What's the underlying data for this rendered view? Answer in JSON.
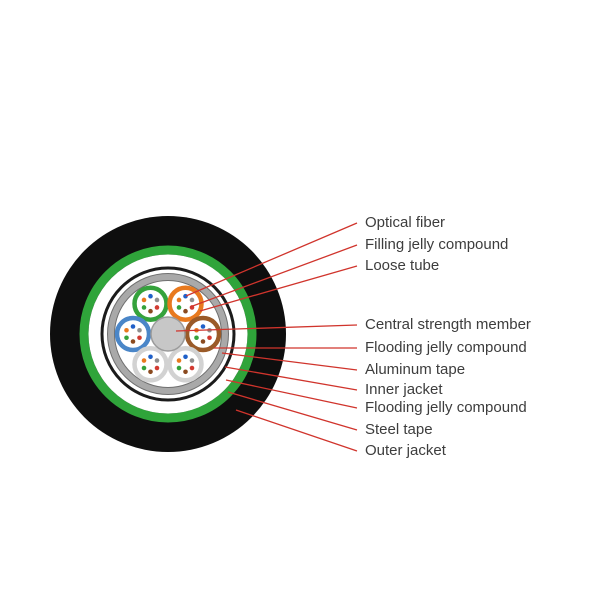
{
  "diagram": {
    "type": "cable-cross-section",
    "labels": [
      {
        "text": "Optical fiber"
      },
      {
        "text": "Filling jelly compound"
      },
      {
        "text": "Loose tube"
      },
      {
        "text": "Central strength member"
      },
      {
        "text": "Flooding jelly compound"
      },
      {
        "text": "Aluminum tape"
      },
      {
        "text": "Inner jacket"
      },
      {
        "text": "Flooding jelly compound"
      },
      {
        "text": "Steel tape"
      },
      {
        "text": "Outer jacket"
      }
    ],
    "colors": {
      "leader_line": "#d0342c",
      "label_text": "#3d3d3d",
      "outer_jacket": "#0e0e0e",
      "steel_tape": "#2fa43a",
      "inner_jacket": "#1b1b1b",
      "aluminum_tape": "#a9a9a9",
      "aluminum_tape_edge": "#6f6f6f",
      "flooding_jelly": "#ffffff",
      "central_strength_member": "#c7c7c7",
      "central_strength_member_edge": "#9b9b9b",
      "loose_tube_rings": [
        "#35a23c",
        "#e8791e",
        "#4a86c8",
        "#9a5a28",
        "#d2d2d2",
        "#d2d2d2"
      ],
      "fiber_colors": [
        "#2060c8",
        "#e8791e",
        "#35a23c",
        "#8a4a1f",
        "#d23b32",
        "#8f8f8f"
      ]
    }
  }
}
